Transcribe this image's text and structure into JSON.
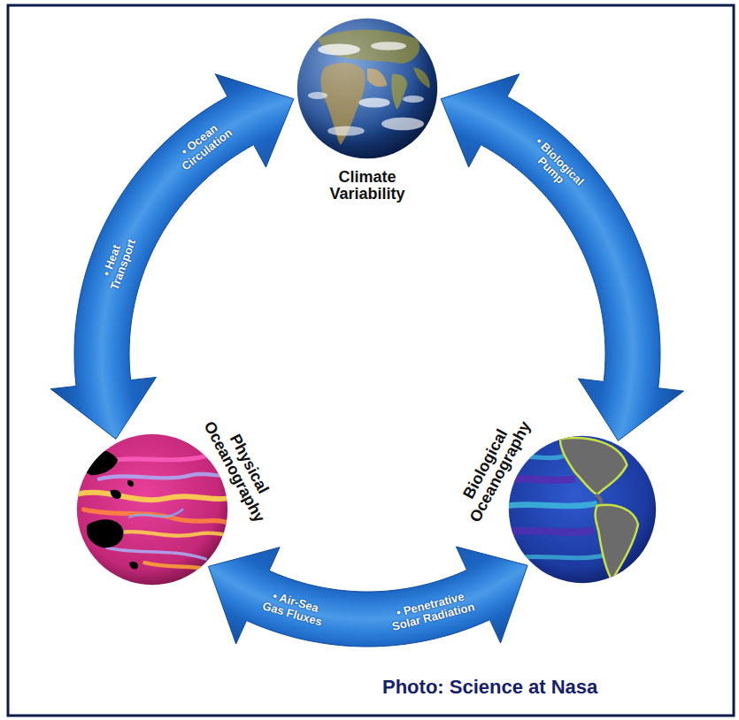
{
  "diagram": {
    "nodes": [
      {
        "text": [
          "Climate Variability"
        ]
      },
      {
        "text": [
          "Physical Oceanography"
        ]
      },
      {
        "text": [
          "Biological Oceanography"
        ]
      }
    ],
    "edges": [
      {
        "from": 0,
        "to": 1,
        "arrow": "both",
        "label": "• Ocean Circulation"
      },
      {
        "from": 0,
        "to": 2,
        "arrow": "both",
        "label": "• Biological Pump"
      },
      {
        "from": 1,
        "to": 2,
        "arrow": "both",
        "label": "• Air-Sea Gas Fluxes"
      }
    ],
    "labels": [
      "• Heat Transport",
      "• Penetrative Solar Radiation",
      "Photo: Science at Nasa"
    ]
  }
}
